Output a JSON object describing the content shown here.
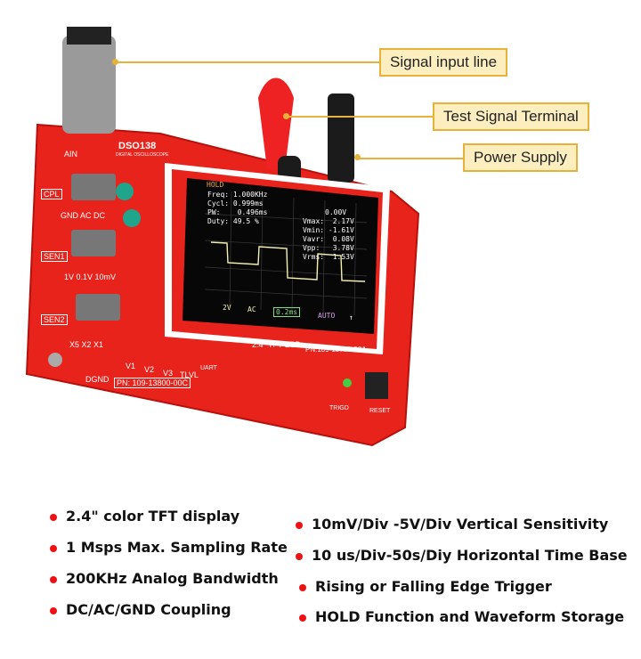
{
  "callouts": {
    "signal_input": "Signal input line",
    "test_signal": "Test Signal Terminal",
    "power": "Power Supply"
  },
  "screen": {
    "hold": "HOLD",
    "freq": "Freq: 1.000KHz",
    "cycl": "Cycl: 0.999ms",
    "pw": "PW:    0.496ms",
    "duty": "Duty: 49.5 %",
    "offset": "0.00V",
    "vmax": "Vmax:  2.17V",
    "vmin": "Vmin: -1.61V",
    "vavr": "Vavr:  0.08V",
    "vpp": "Vpp:   3.78V",
    "vrms": "Vrms:  1.53V",
    "vdiv": "2V",
    "coupling": "AC",
    "timebase": "0.2ms",
    "trigger_mode": "AUTO",
    "trigger_edge": "↑"
  },
  "board": {
    "model": "DSO138",
    "model_sub": "DIGITAL OSCILLOSCOPE",
    "ain": "AIN",
    "cpl": "CPL",
    "cpl_opts": "GND AC DC",
    "sen1": "SEN1",
    "sen1_opts": "1V 0.1V 10mV",
    "sen2": "SEN2",
    "sen2_opts": "X5 X2 X1",
    "dgnd": "DGND",
    "v1": "V1",
    "v2": "V2",
    "v3": "V3",
    "tlvl": "TLVL",
    "pn_board": "PN: 109-13800-00C",
    "lcd_label": "2.4\" TFT LCD",
    "pn_lcd": "PN:109-13700-00A",
    "uart": "UART",
    "trigd": "TRIGD",
    "reset": "RESET"
  },
  "features_left": [
    "2.4\" color TFT display",
    "1 Msps Max. Sampling Rate",
    "200KHz Analog Bandwidth",
    "DC/AC/GND Coupling"
  ],
  "features_right": [
    "10mV/Div -5V/Div Vertical Sensitivity",
    "10 us/Div-50s/Diy Horizontal Time Base",
    "Rising or Falling Edge Trigger",
    "HOLD Function and Waveform Storage"
  ],
  "colors": {
    "board": "#e8231c",
    "callout_bg": "#fdeec0",
    "callout_border": "#e6b23a",
    "bullet": "#e11111"
  }
}
